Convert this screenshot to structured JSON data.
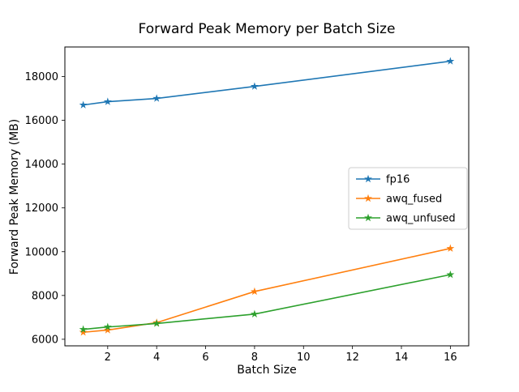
{
  "chart_data": {
    "type": "line",
    "title": "Forward Peak Memory per Batch Size",
    "xlabel": "Batch Size",
    "ylabel": "Forward Peak Memory (MB)",
    "x": [
      1,
      2,
      4,
      8,
      16
    ],
    "series": [
      {
        "name": "fp16",
        "color": "#1f77b4",
        "values": [
          16700,
          16850,
          17000,
          17550,
          18700
        ]
      },
      {
        "name": "awq_fused",
        "color": "#ff7f0e",
        "values": [
          6320,
          6420,
          6760,
          8180,
          10150
        ]
      },
      {
        "name": "awq_unfused",
        "color": "#2ca02c",
        "values": [
          6450,
          6560,
          6720,
          7150,
          8950
        ]
      }
    ],
    "xticks": [
      2,
      4,
      6,
      8,
      10,
      12,
      14,
      16
    ],
    "yticks": [
      6000,
      8000,
      10000,
      12000,
      14000,
      16000,
      18000
    ],
    "xlim": [
      0.25,
      16.75
    ],
    "ylim": [
      5700,
      19350
    ],
    "marker": "star",
    "grid": false,
    "legend_position": "center right",
    "legend_border_color": "#cccccc",
    "axis_color": "#000000",
    "background_color": "#ffffff"
  }
}
